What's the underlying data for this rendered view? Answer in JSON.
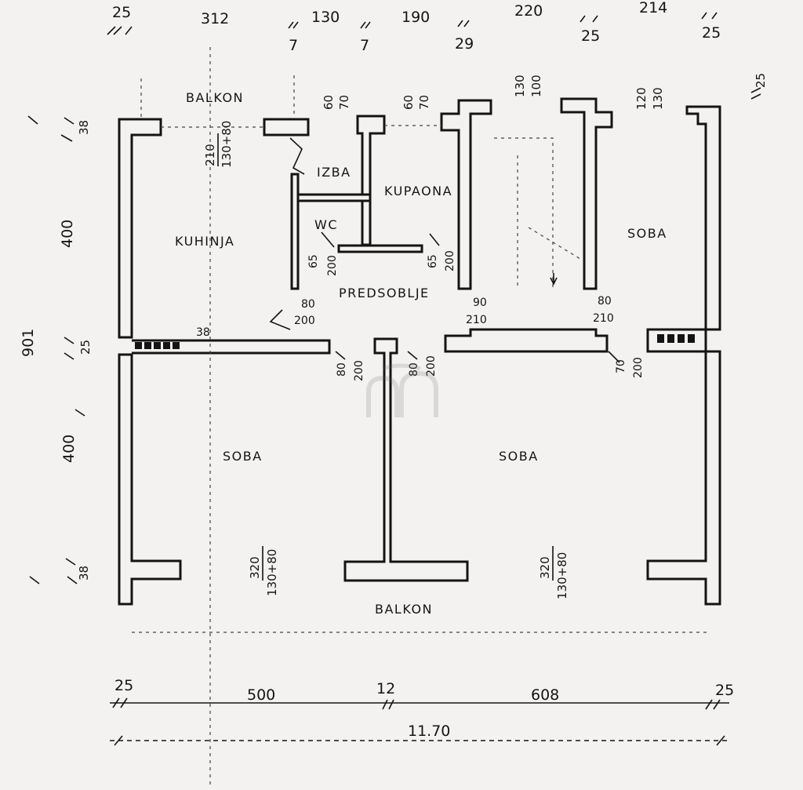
{
  "rooms": {
    "balkon_top": "BALKON",
    "izba": "IZBA",
    "kupaona": "KUPAONA",
    "wc": "WC",
    "kuhinja": "KUHINJA",
    "soba_right_top": "SOBA",
    "predsoblje": "PREDSOBLJE",
    "soba_left": "SOBA",
    "soba_right": "SOBA",
    "balkon_bottom": "BALKON"
  },
  "top_dimensions": [
    "25",
    "312",
    "130",
    "190",
    "220",
    "214"
  ],
  "top_small": [
    "7",
    "7",
    "29",
    "25",
    "25"
  ],
  "right_dimensions": [
    "25"
  ],
  "left_dimensions": {
    "d38a": "38",
    "d400a": "400",
    "d901": "901",
    "d25": "25",
    "d400b": "400",
    "d38b": "38"
  },
  "window_labels": {
    "w1_num": "210",
    "w1_den": "130+80",
    "w2_a": "60",
    "w2_b": "70",
    "w3_a": "60",
    "w3_b": "70",
    "w4_a": "130",
    "w4_b": "100",
    "w5_a": "120",
    "w5_b": "130",
    "w6_num": "320",
    "w6_den": "130+80",
    "w7_num": "320",
    "w7_den": "130+80"
  },
  "door_labels": {
    "wc_a": "65",
    "wc_b": "200",
    "kup_a": "65",
    "kup_b": "200",
    "kuh_a": "80",
    "kuh_b": "200",
    "mid_a": "90",
    "mid_b": "210",
    "rt_a": "80",
    "rt_b": "210",
    "sl_a": "80",
    "sl_b": "200",
    "sr_a": "80",
    "sr_b": "200",
    "rr_a": "70",
    "rr_b": "200",
    "wall38": "38"
  },
  "bottom_dimensions": [
    "25",
    "500",
    "12",
    "608",
    "25"
  ],
  "total_width": "11.70"
}
